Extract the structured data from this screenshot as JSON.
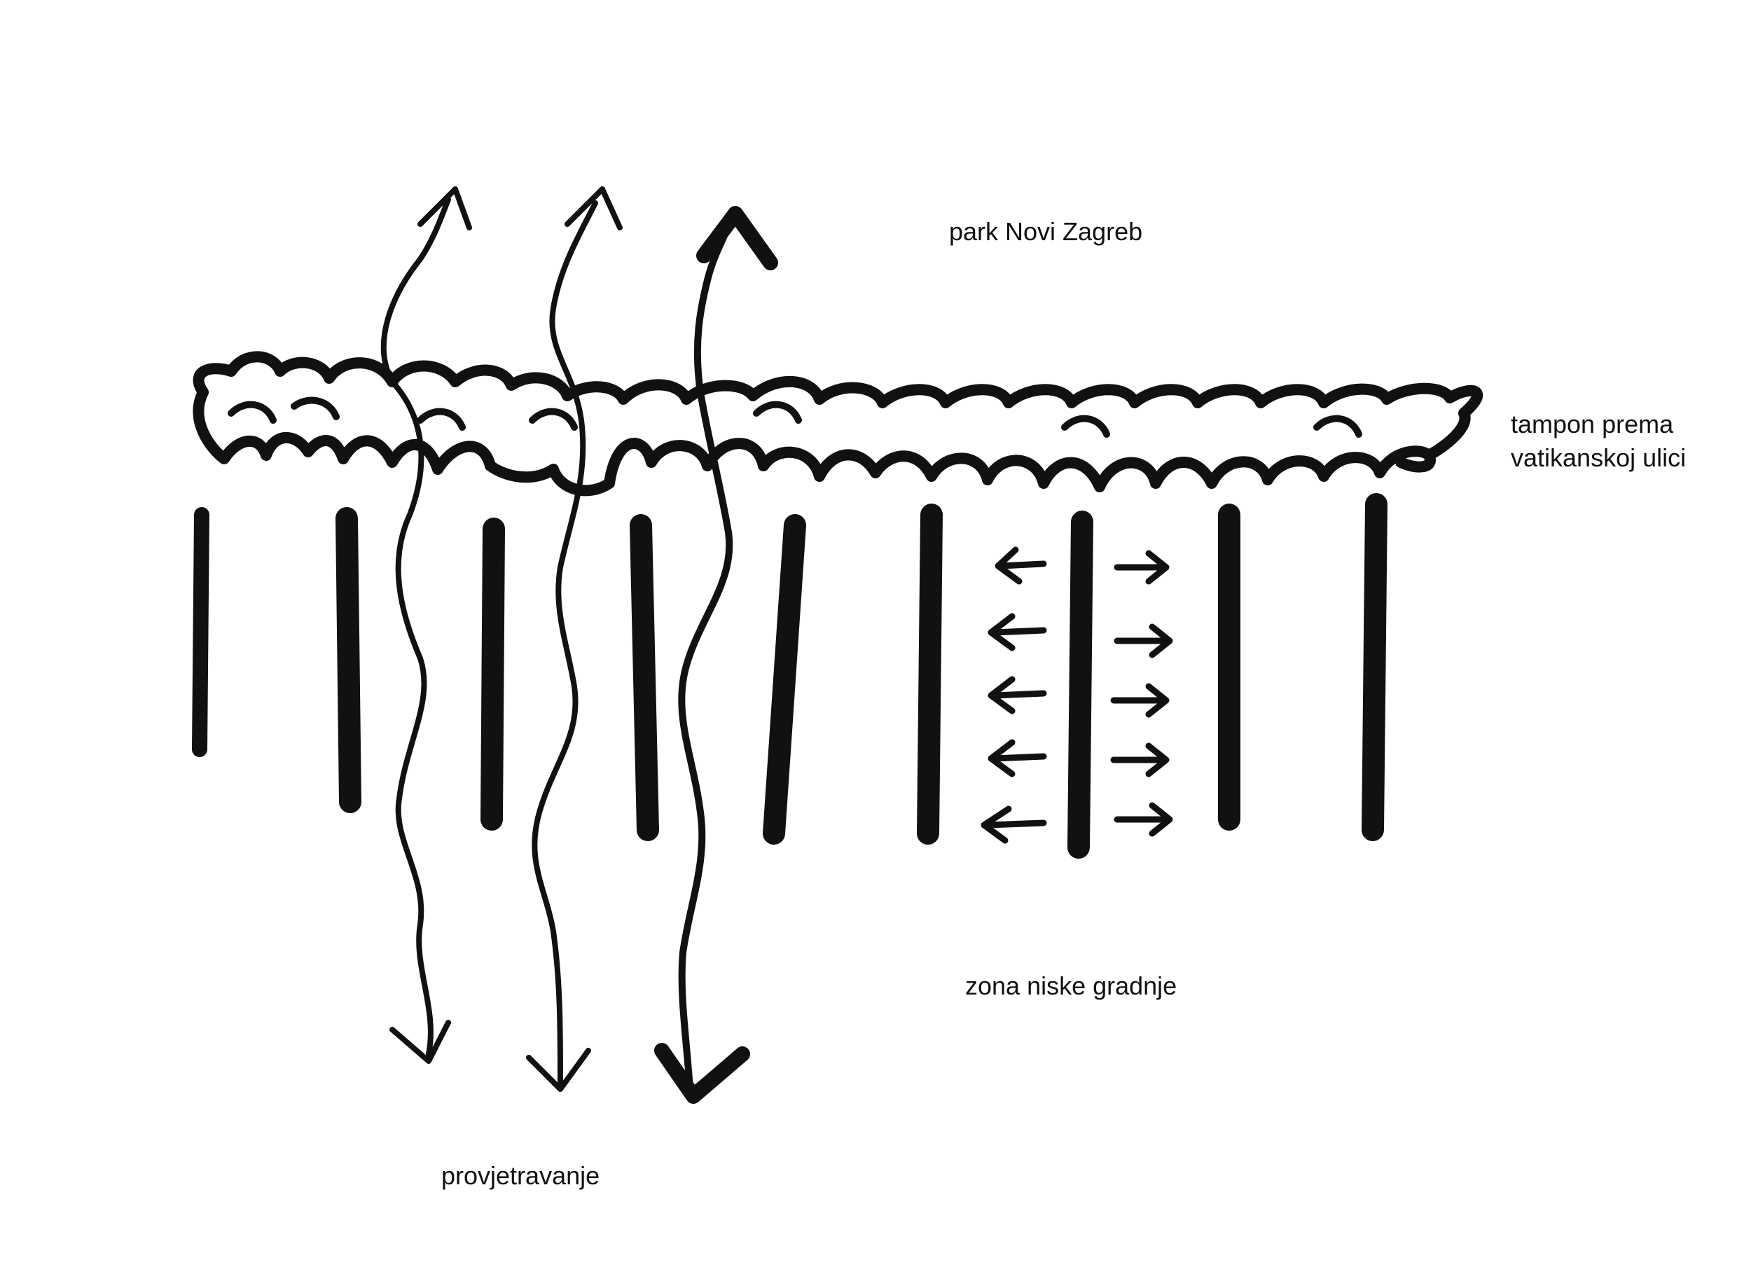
{
  "labels": {
    "park": "park Novi Zagreb",
    "buffer_line1": "tampon prema",
    "buffer_line2": "vatikanskoj ulici",
    "low_rise_zone": "zona niske gradnje",
    "ventilation": "provjetravanje"
  },
  "colors": {
    "ink": "#111111",
    "background": "#ffffff"
  },
  "elements": {
    "buildings_count": 9,
    "ventilation_arrows": 3,
    "lateral_arrow_pairs": 5,
    "tree_buffer": "tree-canopy-outline"
  }
}
